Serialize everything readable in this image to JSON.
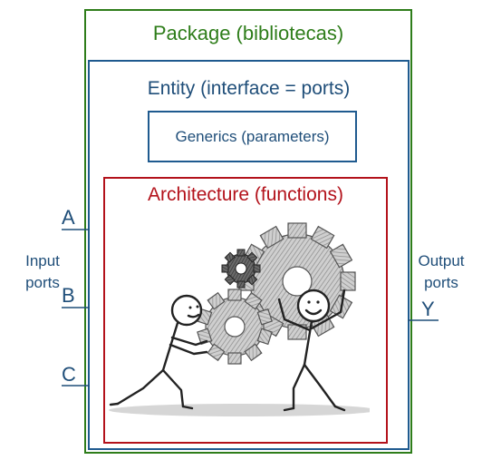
{
  "package": {
    "title": "Package (bibliotecas)"
  },
  "entity": {
    "title": "Entity (interface = ports)"
  },
  "generics": {
    "title": "Generics (parameters)"
  },
  "architecture": {
    "title": "Architecture (functions)"
  },
  "inputs": {
    "label": "Input ports",
    "ports": [
      "A",
      "B",
      "C"
    ]
  },
  "outputs": {
    "label": "Output ports",
    "ports": [
      "Y"
    ]
  },
  "colors": {
    "package": "#2e7d1a",
    "entity": "#1f5a8f",
    "architecture": "#b3121b",
    "text": "#1f4e79"
  }
}
